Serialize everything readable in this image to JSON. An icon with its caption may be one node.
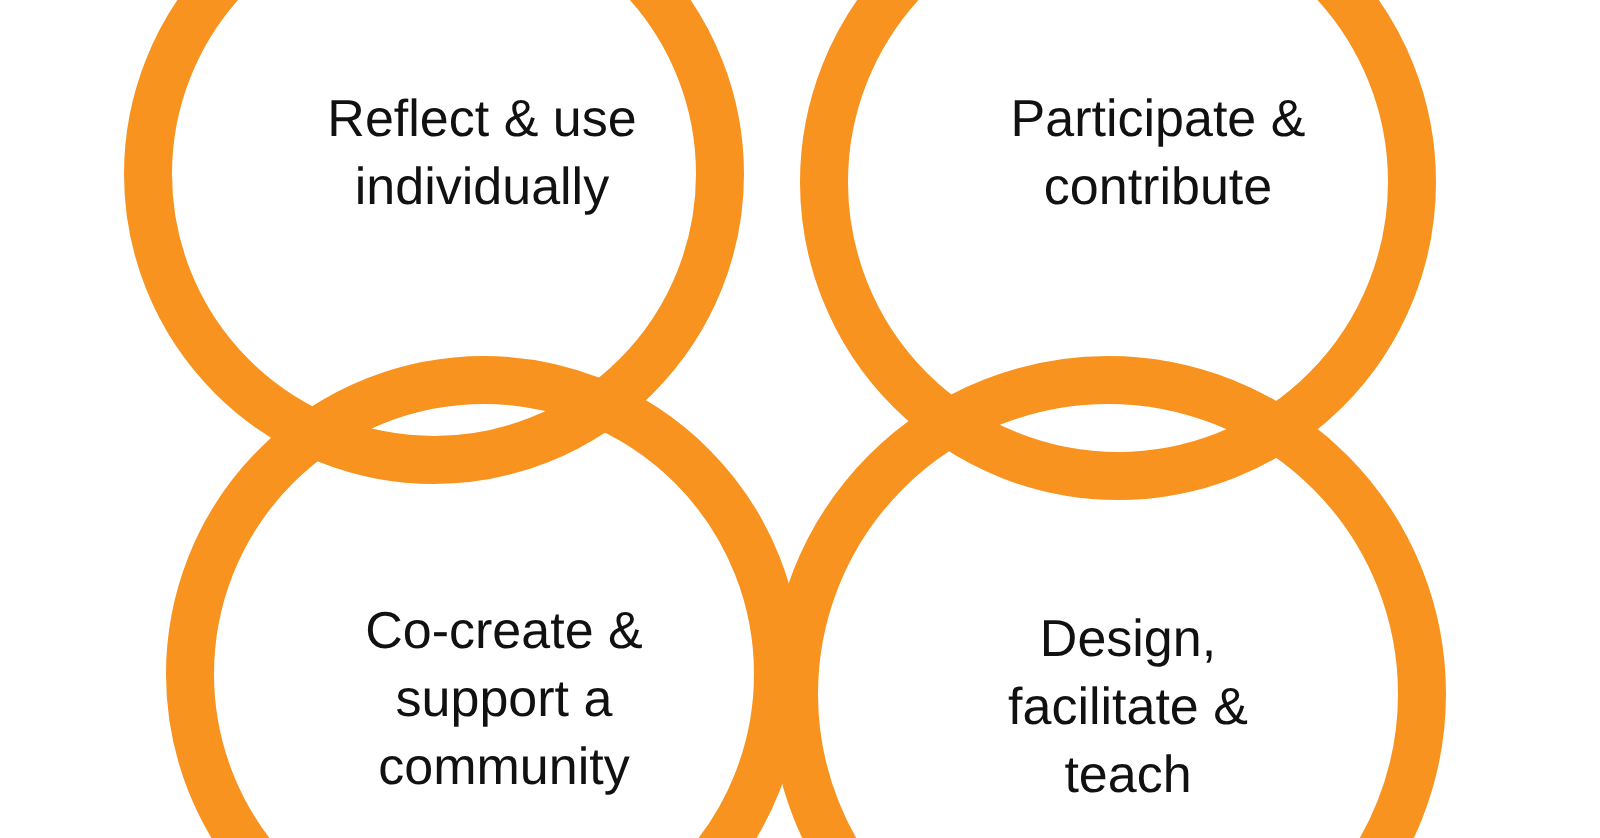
{
  "diagram": {
    "nodes": [
      {
        "text": [
          "Reflect & use individually"
        ]
      },
      {
        "text": [
          "Participate & contribute"
        ]
      },
      {
        "text": [
          "Co-create & support a community"
        ]
      },
      {
        "text": [
          "Design, facilitate & teach"
        ]
      }
    ]
  }
}
